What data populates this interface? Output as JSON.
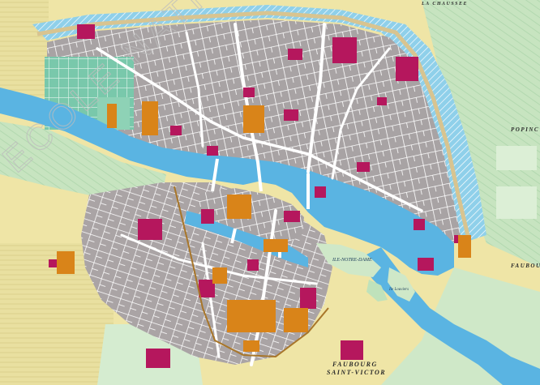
{
  "map": {
    "watermark": "ECOLE NATIONALE DES CHARTES",
    "labels": {
      "faubourg_saint_victor_line1": "FAUBOURG",
      "faubourg_saint_victor_line2": "SAINT-VICTOR",
      "popincourt": "POPINC",
      "faubourg_right": "FAUBOU",
      "ile_notre_dame": "ILE-NOTRE-DAME",
      "ile_louviers": "Ile Louviers",
      "top_right": "LA CHAUSSEE"
    },
    "colors": {
      "countryside_yellow": "#efe5a6",
      "meadow_green": "#c9e6c4",
      "city_grey": "#a8a3a4",
      "street_white": "#ffffff",
      "river_blue": "#5ab4e2",
      "monument_crimson": "#b5175d",
      "college_orange": "#d98419",
      "wall_tan": "#d8c490",
      "garden_green": "#7fc8ac",
      "moat_blue": "#8fd0ea"
    }
  }
}
